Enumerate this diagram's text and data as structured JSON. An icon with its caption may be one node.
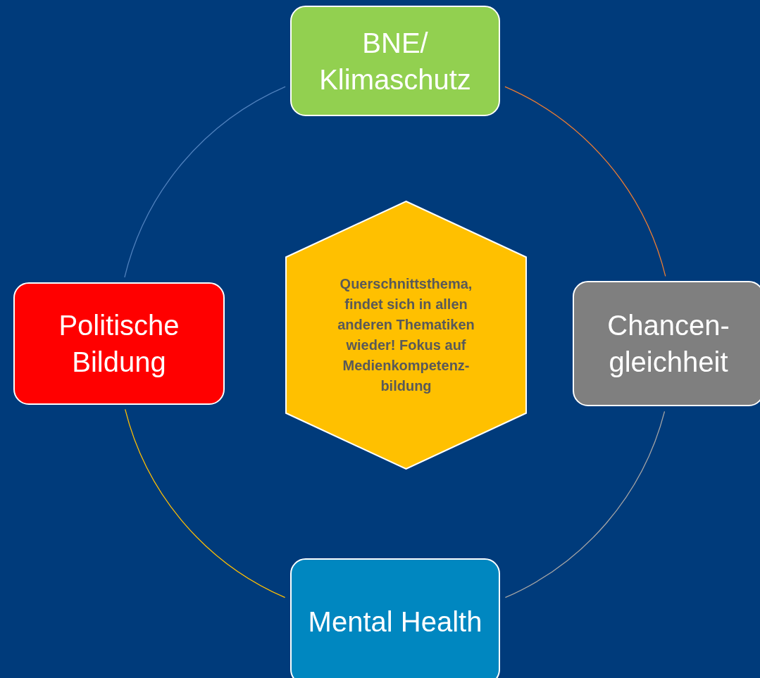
{
  "diagram": {
    "nodes": [
      {
        "text": [
          "BNE/ Klimaschutz"
        ]
      },
      {
        "text": [
          "Politische Bildung"
        ]
      },
      {
        "text": [
          "Querschnittsthema, findet sich in allen anderen Thematiken wieder! Fokus auf Medienkompetenz- bildung"
        ]
      },
      {
        "text": [
          "Chancen- gleichheit"
        ]
      },
      {
        "text": [
          "Mental Health"
        ]
      }
    ],
    "edges": [
      {
        "from": 0,
        "to": 1,
        "arrow": "none",
        "color": "#4f81bd"
      },
      {
        "from": 0,
        "to": 3,
        "arrow": "none",
        "color": "#ed7d31"
      },
      {
        "from": 3,
        "to": 4,
        "arrow": "none",
        "color": "#a5a5a5"
      },
      {
        "from": 4,
        "to": 1,
        "arrow": "none",
        "color": "#ffc000"
      }
    ]
  }
}
